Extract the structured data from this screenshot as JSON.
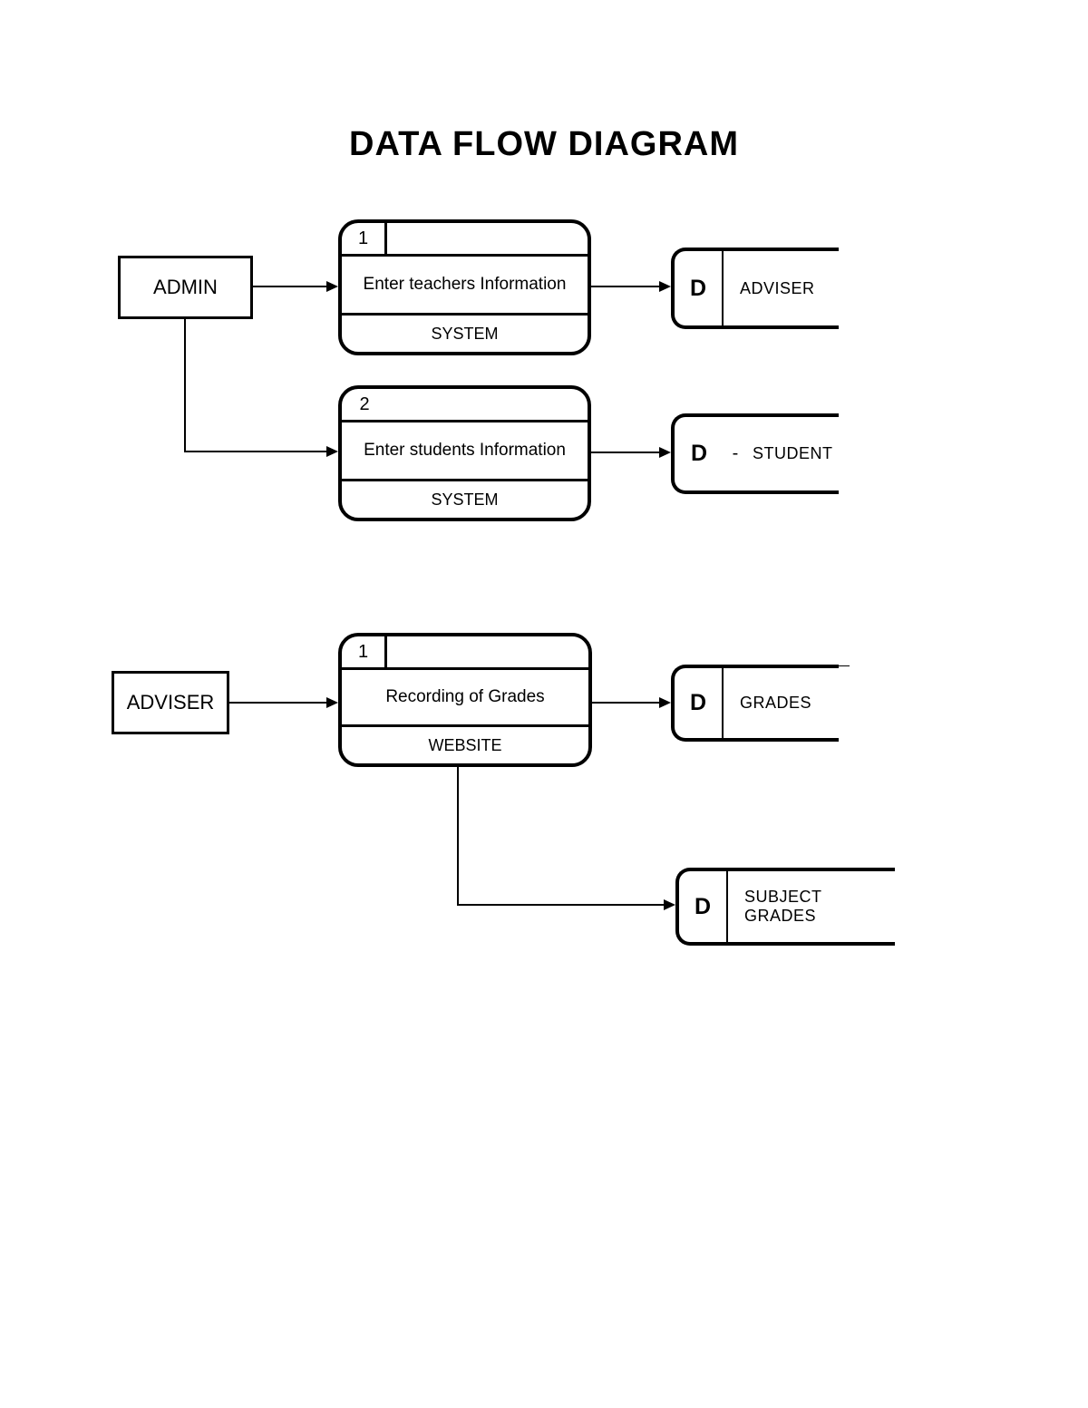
{
  "page": {
    "title": "DATA FLOW DIAGRAM"
  },
  "entities": [
    {
      "label": "ADMIN"
    },
    {
      "label": "ADVISER"
    }
  ],
  "processes": [
    {
      "number": "1",
      "name": "Enter teachers Information",
      "footer": "SYSTEM"
    },
    {
      "number": "2",
      "name": "Enter students Information",
      "footer": "SYSTEM"
    },
    {
      "number": "1",
      "name": "Recording of Grades",
      "footer": "WEBSITE"
    }
  ],
  "data_stores": [
    {
      "id": "D",
      "label": "ADVISER"
    },
    {
      "id": "D",
      "separator": "-",
      "label": "STUDENT"
    },
    {
      "id": "D",
      "label": "GRADES"
    },
    {
      "id": "D",
      "label": "SUBJECT GRADES"
    }
  ]
}
